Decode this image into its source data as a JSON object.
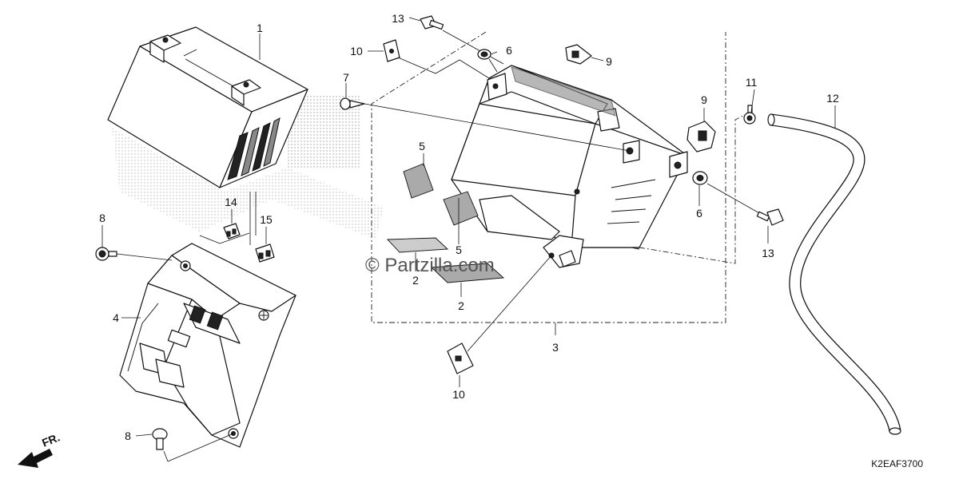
{
  "diagram": {
    "callouts": [
      {
        "id": "c1",
        "text": "1"
      },
      {
        "id": "c2a",
        "text": "2"
      },
      {
        "id": "c2b",
        "text": "2"
      },
      {
        "id": "c3",
        "text": "3"
      },
      {
        "id": "c4",
        "text": "4"
      },
      {
        "id": "c5a",
        "text": "5"
      },
      {
        "id": "c5b",
        "text": "5"
      },
      {
        "id": "c6a",
        "text": "6"
      },
      {
        "id": "c6b",
        "text": "6"
      },
      {
        "id": "c7",
        "text": "7"
      },
      {
        "id": "c8a",
        "text": "8"
      },
      {
        "id": "c8b",
        "text": "8"
      },
      {
        "id": "c9a",
        "text": "9"
      },
      {
        "id": "c9b",
        "text": "9"
      },
      {
        "id": "c10a",
        "text": "10"
      },
      {
        "id": "c10b",
        "text": "10"
      },
      {
        "id": "c11",
        "text": "11"
      },
      {
        "id": "c12",
        "text": "12"
      },
      {
        "id": "c13a",
        "text": "13"
      },
      {
        "id": "c13b",
        "text": "13"
      },
      {
        "id": "c14",
        "text": "14"
      },
      {
        "id": "c15",
        "text": "15"
      }
    ],
    "watermark": "© Partzilla.com",
    "diagram_code": "K2EAF3700",
    "direction_label": "FR."
  }
}
